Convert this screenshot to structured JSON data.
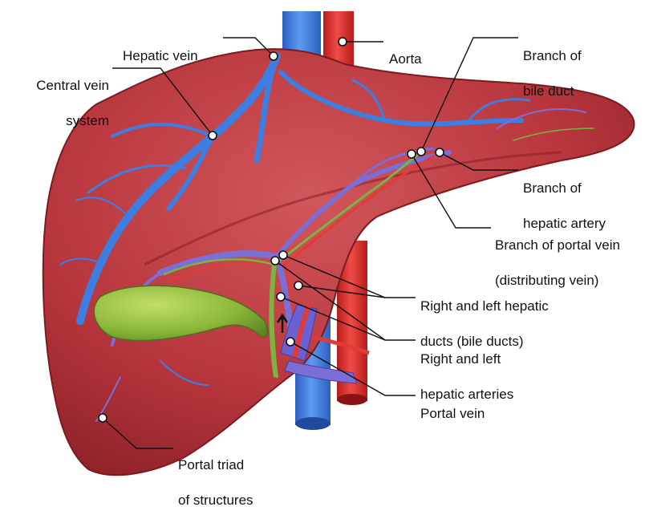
{
  "labels": {
    "hepatic_vein": "Hepatic vein",
    "aorta": "Aorta",
    "central_vein_1": "Central vein",
    "central_vein_2": "system",
    "bile_branch_1": "Branch of",
    "bile_branch_2": "bile duct",
    "artery_branch_1": "Branch of",
    "artery_branch_2": "hepatic artery",
    "portal_branch_1": "Branch of portal vein",
    "portal_branch_2": "(distributing vein)",
    "hepatic_ducts_1": "Right and left hepatic",
    "hepatic_ducts_2": "ducts (bile ducts)",
    "hepatic_arteries_1": "Right and left",
    "hepatic_arteries_2": "hepatic arteries",
    "portal_vein": "Portal vein",
    "portal_triad_1": "Portal triad",
    "portal_triad_2": "of structures"
  },
  "colors": {
    "liver": "#b8363d",
    "liver_dark": "#8e2228",
    "liver_light": "#cf5a5e",
    "vein_blue": "#3d7ee0",
    "portal_purple": "#7b6fd6",
    "artery_red": "#e23b36",
    "bile_green": "#7cb342",
    "gallbladder": "#8bb83a",
    "label_text": "#111111"
  }
}
